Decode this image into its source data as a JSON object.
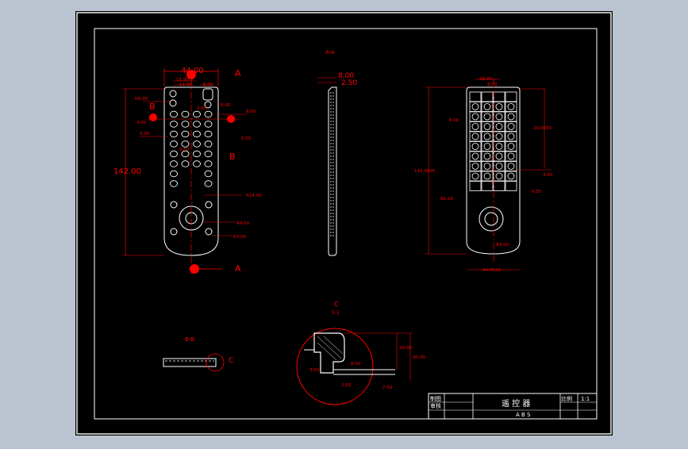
{
  "views": {
    "front": {
      "dims": {
        "width_top": "44.00",
        "d1": "15.90",
        "d2": "12.00",
        "d3": "8.00",
        "d4": "8.00",
        "d5": "3.00",
        "d6": "8.00",
        "d7": "5.50",
        "d8": "4.00",
        "d9": "5.00",
        "d10": "6.50",
        "d11": "8.06",
        "height": "142.00",
        "r_big": "R6.00",
        "r1": "R14.00",
        "r2": "R4.00",
        "r3": "R3.00"
      },
      "section_marks": {
        "a_top": "A",
        "a_bottom": "A",
        "b_left": "B",
        "b_right": "B"
      }
    },
    "section_aa": {
      "title": "A-A",
      "dim1": "8.00",
      "dim2": "2.50"
    },
    "back": {
      "dims": {
        "top1": "28.00",
        "top2": "8.00",
        "left1": "6.00",
        "right1": "20.0039",
        "right2": "3.00",
        "right3": "6.50",
        "height": "142.0000",
        "r": "R2.00",
        "bottom_width": "44.0039",
        "bottom_r": "R3.00"
      }
    },
    "section_bb": {
      "title": "B-B",
      "detail_mark": "C"
    },
    "detail_c": {
      "title": "C",
      "scale": "5:1",
      "dims": {
        "h1": "29.00",
        "h2": "40.00",
        "w1": "3.00",
        "w2": "8.00",
        "w3": "2.50",
        "w4": "7.50"
      }
    }
  },
  "title_block": {
    "label_draw": "制图",
    "label_check": "审核",
    "part_name": "遥 控 器",
    "label_scale": "比例",
    "scale_value": "1:1",
    "bottom_codes": "A  B  S"
  },
  "colors": {
    "background": "#000000",
    "border": "#ffffff",
    "outline": "#ffffff",
    "dimension": "#ff0000",
    "center": "#00ffff"
  }
}
